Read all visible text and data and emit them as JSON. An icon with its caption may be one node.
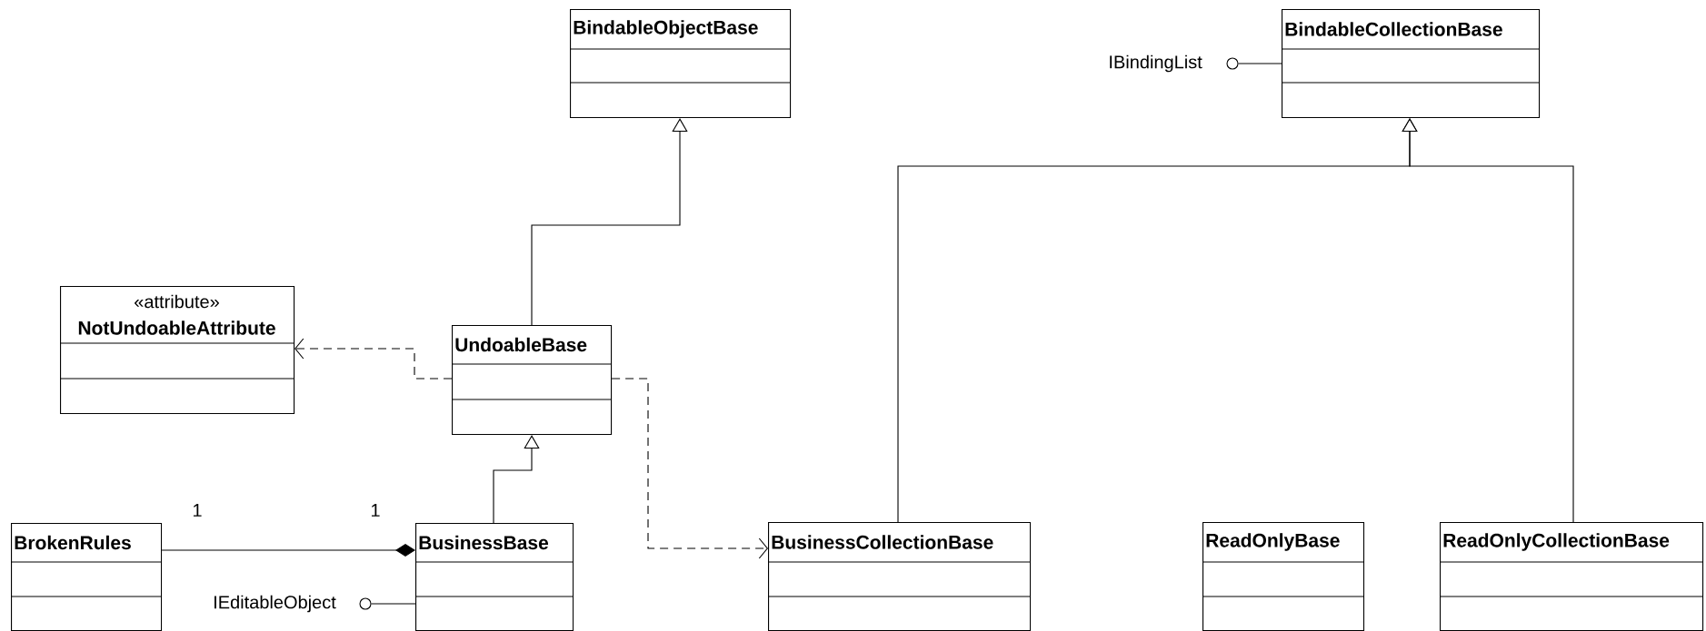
{
  "diagram": {
    "nodes": [
      {
        "text": [
          "BindableObjectBase"
        ]
      },
      {
        "text": [
          "IBindingList"
        ]
      },
      {
        "text": [
          "BindableCollectionBase"
        ]
      },
      {
        "text": [
          "«attribute»",
          "NotUndoableAttribute"
        ]
      },
      {
        "text": [
          "UndoableBase"
        ]
      },
      {
        "text": [
          "BrokenRules"
        ]
      },
      {
        "text": [
          "BusinessBase"
        ]
      },
      {
        "text": [
          "IEditableObject"
        ]
      },
      {
        "text": [
          "BusinessCollectionBase"
        ]
      },
      {
        "text": [
          "ReadOnlyBase"
        ]
      },
      {
        "text": [
          "ReadOnlyCollectionBase"
        ]
      }
    ],
    "edges": [
      {
        "from": 4,
        "to": 0,
        "arrow": "to"
      },
      {
        "from": 2,
        "to": 1,
        "arrow": "none"
      },
      {
        "from": 6,
        "to": 4,
        "arrow": "to"
      },
      {
        "from": 4,
        "to": 3,
        "arrow": "to",
        "style": "dashed"
      },
      {
        "from": 5,
        "to": 6,
        "arrow": "other"
      },
      {
        "from": 6,
        "to": 7,
        "arrow": "none"
      },
      {
        "from": 4,
        "to": 8,
        "arrow": "to",
        "style": "dashed"
      },
      {
        "from": 8,
        "to": 2,
        "arrow": "to"
      },
      {
        "from": 10,
        "to": 2,
        "arrow": "to"
      }
    ],
    "labels": [
      "1",
      "1"
    ]
  }
}
